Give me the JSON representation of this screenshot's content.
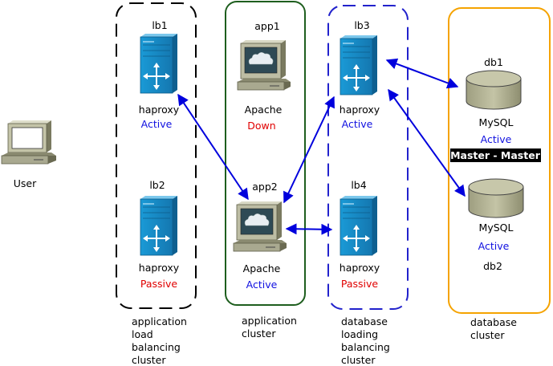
{
  "colors": {
    "active": "#1010e0",
    "down": "#e00000",
    "arrow": "#0000dd",
    "app_cluster_border": "#1e5e1e",
    "db_cluster_border": "#f5a300",
    "lb3_cluster_border": "#2222cc",
    "lb1_cluster_border": "#000000",
    "switch_blue": "#1a8ccc"
  },
  "user": {
    "label": "User",
    "icon": "computer-icon"
  },
  "clusters": {
    "app_lb": {
      "caption": [
        "application",
        "load",
        "balancing",
        "cluster"
      ]
    },
    "app": {
      "caption": [
        "application",
        "cluster"
      ]
    },
    "db_lb": {
      "caption": [
        "database",
        "loading",
        "balancing",
        "cluster"
      ]
    },
    "db": {
      "caption": [
        "database",
        "cluster"
      ]
    }
  },
  "nodes": {
    "lb1": {
      "name": "lb1",
      "software": "haproxy",
      "status": "Active",
      "icon": "load-balancer-icon"
    },
    "lb2": {
      "name": "lb2",
      "software": "haproxy",
      "status": "Passive",
      "icon": "load-balancer-icon"
    },
    "app1": {
      "name": "app1",
      "software": "Apache",
      "status": "Down",
      "icon": "server-icon"
    },
    "app2": {
      "name": "app2",
      "software": "Apache",
      "status": "Active",
      "icon": "server-icon"
    },
    "lb3": {
      "name": "lb3",
      "software": "haproxy",
      "status": "Active",
      "icon": "load-balancer-icon"
    },
    "lb4": {
      "name": "lb4",
      "software": "haproxy",
      "status": "Passive",
      "icon": "load-balancer-icon"
    },
    "db1": {
      "name": "db1",
      "software": "MySQL",
      "status": "Active",
      "icon": "database-icon"
    },
    "db2": {
      "name": "db2",
      "software": "MySQL",
      "status": "Active",
      "icon": "database-icon"
    }
  },
  "replication_label": "Master - Master"
}
